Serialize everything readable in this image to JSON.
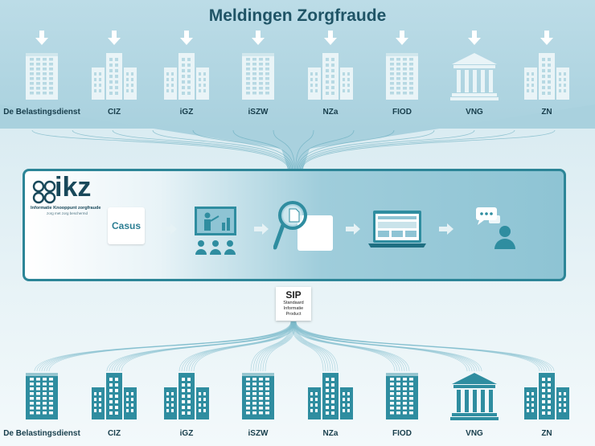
{
  "title": "Meldingen Zorgfraude",
  "organizations": [
    {
      "label": "De Belastingsdienst",
      "icon": "office-building-icon"
    },
    {
      "label": "CIZ",
      "icon": "office-complex-icon"
    },
    {
      "label": "iGZ",
      "icon": "office-complex-icon"
    },
    {
      "label": "iSZW",
      "icon": "office-building-icon"
    },
    {
      "label": "NZa",
      "icon": "office-complex-icon"
    },
    {
      "label": "FIOD",
      "icon": "office-building-icon"
    },
    {
      "label": "VNG",
      "icon": "government-building-icon"
    },
    {
      "label": "ZN",
      "icon": "office-complex-icon"
    }
  ],
  "logo": {
    "mark": "ikz",
    "line1": "Informatie Knooppunt zorgfraude",
    "line2": "zorg met zorg beschermd"
  },
  "process": {
    "casus_label": "Casus",
    "steps": [
      "presentation-icon",
      "magnifier-document-icon",
      "laptop-icon",
      "chat-user-icon"
    ]
  },
  "sip": {
    "abbr": "SIP",
    "full": "Standaard Informatie Product"
  },
  "colors": {
    "teal": "#2f8da0",
    "dark": "#1f5466",
    "light_icon": "#ffffff"
  }
}
